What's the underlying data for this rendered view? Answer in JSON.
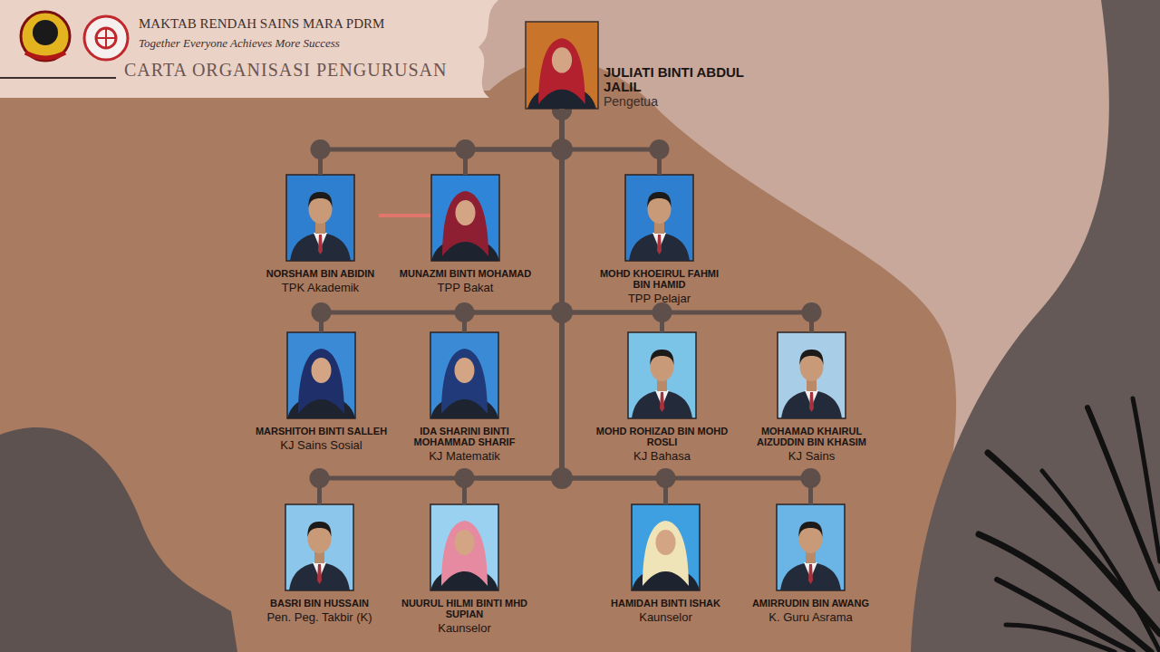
{
  "diagram": {
    "title": "CARTA ORGANISASI PENGURUSAN",
    "nodes": [
      {
        "text": [
          "JULIATI BINTI ABDUL JALIL",
          "Pengetua"
        ]
      },
      {
        "text": [
          "NORSHAM BIN ABIDIN",
          "TPK Akademik"
        ]
      },
      {
        "text": [
          "MUNAZMI BINTI MOHAMAD",
          "TPP Bakat"
        ]
      },
      {
        "text": [
          "MOHD KHOEIRUL FAHMI BIN HAMID",
          "TPP Pelajar"
        ]
      },
      {
        "text": [
          "MARSHITOH BINTI SALLEH",
          "KJ Sains Sosial"
        ]
      },
      {
        "text": [
          "IDA SHARINI BINTI MOHAMMAD SHARIF",
          "KJ Matematik"
        ]
      },
      {
        "text": [
          "MOHD ROHIZAD BIN MOHD ROSLI",
          "KJ Bahasa"
        ]
      },
      {
        "text": [
          "MOHAMAD KHAIRUL AIZUDDIN BIN KHASIM",
          "KJ Sains"
        ]
      },
      {
        "text": [
          "BASRI BIN HUSSAIN",
          "Pen. Peg. Takbir (K)"
        ]
      },
      {
        "text": [
          "NUURUL HILMI BINTI MHD SUPIAN",
          "Kaunselor"
        ]
      },
      {
        "text": [
          "HAMIDAH BINTI ISHAK",
          "Kaunselor"
        ]
      },
      {
        "text": [
          "AMIRRUDIN BIN AWANG",
          "K. Guru Asrama"
        ]
      }
    ],
    "edges": [
      {
        "from": 0,
        "to": 1,
        "arrow": "none"
      },
      {
        "from": 0,
        "to": 2,
        "arrow": "none"
      },
      {
        "from": 0,
        "to": 3,
        "arrow": "none"
      },
      {
        "from": 0,
        "to": 4,
        "arrow": "none"
      },
      {
        "from": 0,
        "to": 5,
        "arrow": "none"
      },
      {
        "from": 0,
        "to": 6,
        "arrow": "none"
      },
      {
        "from": 0,
        "to": 7,
        "arrow": "none"
      },
      {
        "from": 0,
        "to": 8,
        "arrow": "none"
      },
      {
        "from": 0,
        "to": 9,
        "arrow": "none"
      },
      {
        "from": 0,
        "to": 10,
        "arrow": "none"
      },
      {
        "from": 0,
        "to": 11,
        "arrow": "none"
      }
    ],
    "labels": [
      "MAKTAB RENDAH SAINS MARA PDRM",
      "Together Everyone Achieves More Success"
    ]
  }
}
